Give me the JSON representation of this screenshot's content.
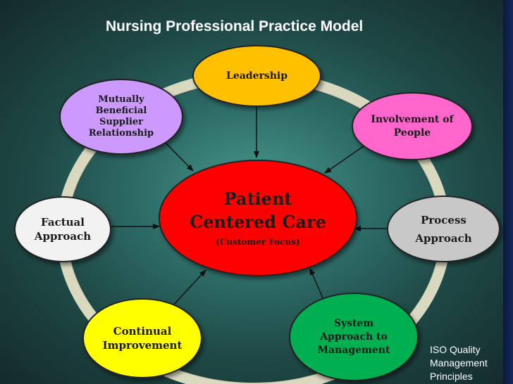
{
  "title": "Nursing Professional Practice Model",
  "center": {
    "line1": "Patient",
    "line2": "Centered Care",
    "subtitle": "(Customer Focus)"
  },
  "nodes": {
    "leadership": "Leadership",
    "supplier": [
      "Mutually",
      "Beneficial",
      "Supplier",
      "Relationship"
    ],
    "involvement": [
      "Involvement of",
      "People"
    ],
    "factual": [
      "Factual",
      "Approach"
    ],
    "process": [
      "Process",
      "Approach"
    ],
    "continual": [
      "Continual",
      "Improvement"
    ],
    "system": [
      "System",
      "Approach to",
      "Management"
    ]
  },
  "caption": [
    "ISO Quality",
    "Management",
    "Principles"
  ],
  "colors": {
    "leadership": "#ffc000",
    "supplier": "#cc99ff",
    "involvement": "#ff66cc",
    "factual": "#f2f2f2",
    "center": "#ff0000",
    "process": "#c8c8c8",
    "continual": "#ffff00",
    "system": "#00b050",
    "ring": "#d9d9c0"
  }
}
